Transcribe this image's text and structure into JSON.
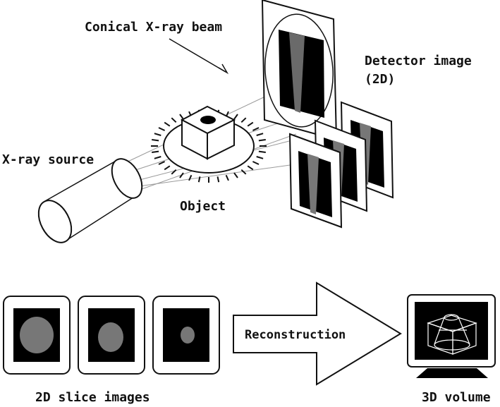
{
  "labels": {
    "beam": "Conical X-ray beam",
    "detector_line1": "Detector image",
    "detector_line2": "(2D)",
    "source": "X-ray source",
    "object": "Object",
    "reconstruction": "Reconstruction",
    "slices": "2D slice images",
    "volume": "3D volume"
  },
  "colors": {
    "ink": "#111111",
    "slice_blob": "#777777",
    "screen": "#000000"
  }
}
